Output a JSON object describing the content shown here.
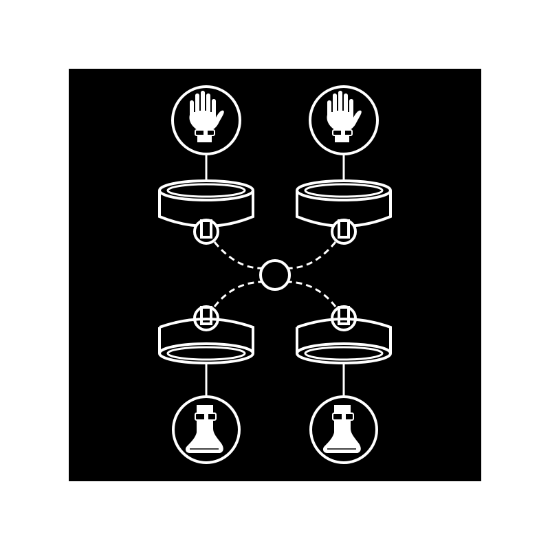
{
  "colors": {
    "background": "#ffffff",
    "panel": "#000000",
    "line": "#ffffff"
  },
  "icons": {
    "wrist": "hand-with-cuff-icon",
    "ankle": "foot-with-cuff-icon",
    "center_ring": "o-ring-icon",
    "cuff": "cuff-ring-icon",
    "tether": "dashed-tether-line"
  },
  "components": {
    "wrist_circles": 2,
    "ankle_circles": 2,
    "cuffs": 4,
    "center_rings": 1
  }
}
